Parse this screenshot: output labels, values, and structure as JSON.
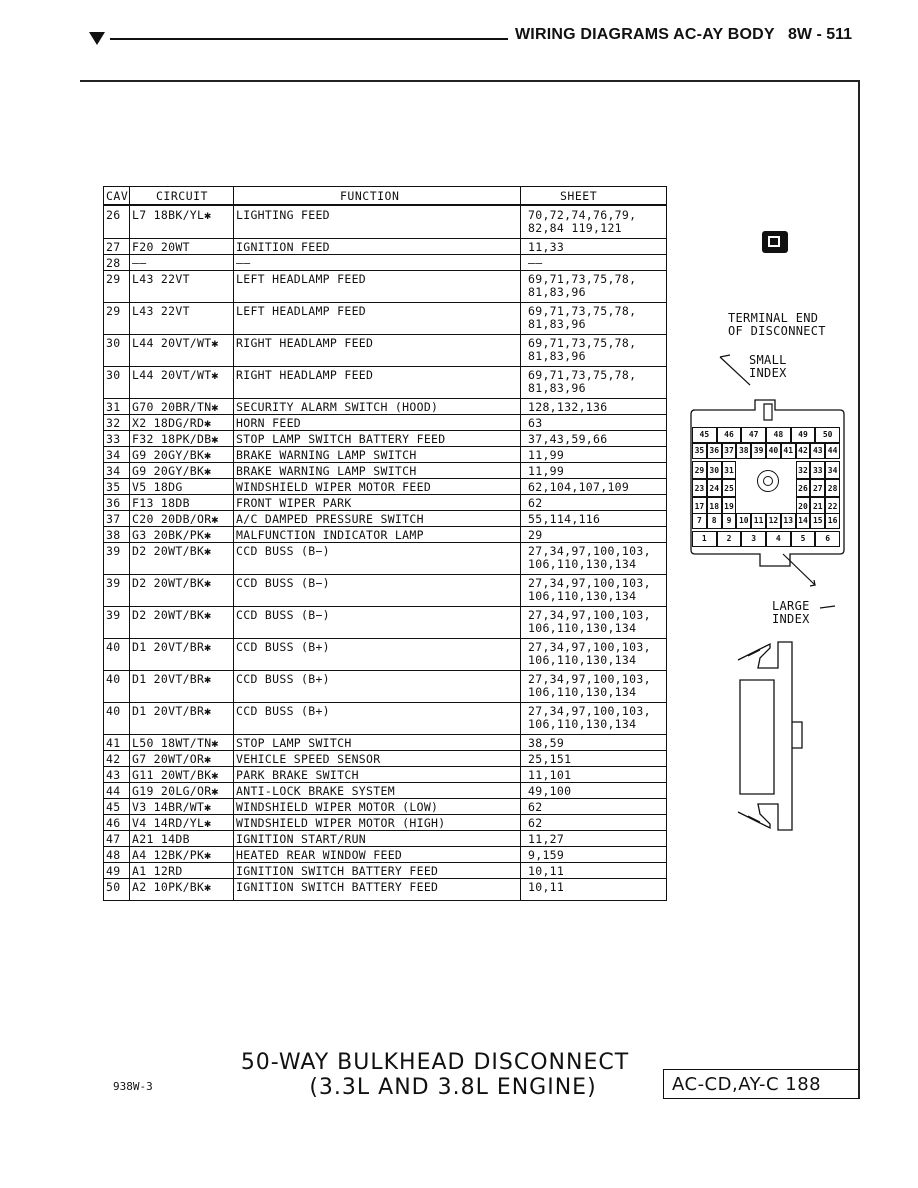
{
  "header": {
    "title": "WIRING DIAGRAMS AC-AY BODY",
    "page": "8W - 511"
  },
  "table": {
    "headers": {
      "cav": "CAV",
      "circuit": "CIRCUIT",
      "function": "FUNCTION",
      "sheet": "SHEET"
    },
    "rows": [
      {
        "cav": "26",
        "circuit": "L7 18BK/YL✱",
        "function": "LIGHTING FEED",
        "sheet": "70,72,74,76,79,\n82,84 119,121"
      },
      {
        "cav": "27",
        "circuit": "F20 20WT",
        "function": "IGNITION FEED",
        "sheet": "11,33"
      },
      {
        "cav": "28",
        "circuit": "——",
        "function": "——",
        "sheet": "——"
      },
      {
        "cav": "29",
        "circuit": "L43 22VT",
        "function": "LEFT HEADLAMP FEED",
        "sheet": "69,71,73,75,78,\n81,83,96"
      },
      {
        "cav": "29",
        "circuit": "L43 22VT",
        "function": "LEFT HEADLAMP FEED",
        "sheet": "69,71,73,75,78,\n81,83,96"
      },
      {
        "cav": "30",
        "circuit": "L44 20VT/WT✱",
        "function": "RIGHT HEADLAMP FEED",
        "sheet": "69,71,73,75,78,\n81,83,96"
      },
      {
        "cav": "30",
        "circuit": "L44 20VT/WT✱",
        "function": "RIGHT HEADLAMP FEED",
        "sheet": "69,71,73,75,78,\n81,83,96"
      },
      {
        "cav": "31",
        "circuit": "G70 20BR/TN✱",
        "function": "SECURITY ALARM SWITCH (HOOD)",
        "sheet": "128,132,136"
      },
      {
        "cav": "32",
        "circuit": "X2 18DG/RD✱",
        "function": "HORN FEED",
        "sheet": "63"
      },
      {
        "cav": "33",
        "circuit": "F32 18PK/DB✱",
        "function": "STOP LAMP SWITCH BATTERY FEED",
        "sheet": "37,43,59,66"
      },
      {
        "cav": "34",
        "circuit": "G9 20GY/BK✱",
        "function": "BRAKE WARNING LAMP SWITCH",
        "sheet": "11,99"
      },
      {
        "cav": "34",
        "circuit": "G9 20GY/BK✱",
        "function": "BRAKE WARNING LAMP SWITCH",
        "sheet": "11,99"
      },
      {
        "cav": "35",
        "circuit": "V5 18DG",
        "function": "WINDSHIELD WIPER MOTOR FEED",
        "sheet": "62,104,107,109"
      },
      {
        "cav": "36",
        "circuit": "F13 18DB",
        "function": "FRONT WIPER PARK",
        "sheet": "62"
      },
      {
        "cav": "37",
        "circuit": "C20 20DB/OR✱",
        "function": "A/C DAMPED PRESSURE SWITCH",
        "sheet": "55,114,116"
      },
      {
        "cav": "38",
        "circuit": "G3 20BK/PK✱",
        "function": "MALFUNCTION INDICATOR LAMP",
        "sheet": "29"
      },
      {
        "cav": "39",
        "circuit": "D2 20WT/BK✱",
        "function": "CCD BUSS (B−)",
        "sheet": "27,34,97,100,103,\n106,110,130,134"
      },
      {
        "cav": "39",
        "circuit": "D2 20WT/BK✱",
        "function": "CCD BUSS (B−)",
        "sheet": "27,34,97,100,103,\n106,110,130,134"
      },
      {
        "cav": "39",
        "circuit": "D2 20WT/BK✱",
        "function": "CCD BUSS (B−)",
        "sheet": "27,34,97,100,103,\n106,110,130,134"
      },
      {
        "cav": "40",
        "circuit": "D1 20VT/BR✱",
        "function": "CCD BUSS (B+)",
        "sheet": "27,34,97,100,103,\n106,110,130,134"
      },
      {
        "cav": "40",
        "circuit": "D1 20VT/BR✱",
        "function": "CCD BUSS (B+)",
        "sheet": "27,34,97,100,103,\n106,110,130,134"
      },
      {
        "cav": "40",
        "circuit": "D1 20VT/BR✱",
        "function": "CCD BUSS (B+)",
        "sheet": "27,34,97,100,103,\n106,110,130,134"
      },
      {
        "cav": "41",
        "circuit": "L50 18WT/TN✱",
        "function": "STOP LAMP SWITCH",
        "sheet": "38,59"
      },
      {
        "cav": "42",
        "circuit": "G7 20WT/OR✱",
        "function": "VEHICLE SPEED SENSOR",
        "sheet": "25,151"
      },
      {
        "cav": "43",
        "circuit": "G11 20WT/BK✱",
        "function": "PARK BRAKE SWITCH",
        "sheet": "11,101"
      },
      {
        "cav": "44",
        "circuit": "G19 20LG/OR✱",
        "function": "ANTI-LOCK BRAKE SYSTEM",
        "sheet": "49,100"
      },
      {
        "cav": "45",
        "circuit": "V3 14BR/WT✱",
        "function": "WINDSHIELD WIPER MOTOR (LOW)",
        "sheet": "62"
      },
      {
        "cav": "46",
        "circuit": "V4 14RD/YL✱",
        "function": "WINDSHIELD WIPER MOTOR (HIGH)",
        "sheet": "62"
      },
      {
        "cav": "47",
        "circuit": "A21 14DB",
        "function": "IGNITION START/RUN",
        "sheet": "11,27"
      },
      {
        "cav": "48",
        "circuit": "A4 12BK/PK✱",
        "function": "HEATED REAR WINDOW FEED",
        "sheet": "9,159"
      },
      {
        "cav": "49",
        "circuit": "A1 12RD",
        "function": "IGNITION SWITCH BATTERY FEED",
        "sheet": "10,11"
      },
      {
        "cav": "50",
        "circuit": "A2 10PK/BK✱",
        "function": "IGNITION SWITCH BATTERY FEED",
        "sheet": "10,11"
      }
    ]
  },
  "connector": {
    "view_label": "TERMINAL END\nOF DISCONNECT",
    "small_index_label": "SMALL\nINDEX",
    "large_index_label": "LARGE\nINDEX",
    "pin_rows": [
      [
        "45",
        "46",
        "47",
        "48",
        "49",
        "50"
      ],
      [
        "35",
        "36",
        "37",
        "38",
        "39",
        "40",
        "41",
        "42",
        "43",
        "44"
      ],
      [
        "29",
        "30",
        "31",
        "32",
        "33",
        "34"
      ],
      [
        "23",
        "24",
        "25",
        "26",
        "27",
        "28"
      ],
      [
        "17",
        "18",
        "19",
        "20",
        "21",
        "22"
      ],
      [
        "7",
        "8",
        "9",
        "10",
        "11",
        "12",
        "13",
        "14",
        "15",
        "16"
      ],
      [
        "1",
        "2",
        "3",
        "4",
        "5",
        "6"
      ]
    ]
  },
  "footer": {
    "title_line1": "50-WAY BULKHEAD DISCONNECT",
    "title_line2": "(3.3L AND 3.8L ENGINE)",
    "figure_code": "938W-3",
    "reference": "AC-CD,AY-C 188"
  }
}
